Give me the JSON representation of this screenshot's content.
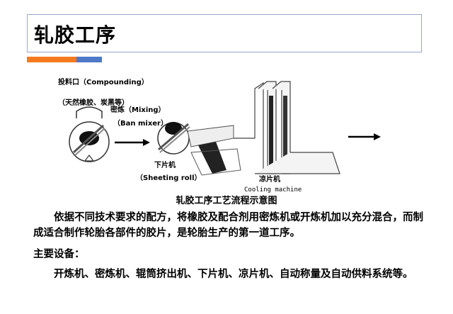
{
  "slide": {
    "title": "轧胶工序",
    "accent_colors": {
      "orange": "#f47a20",
      "blue": "#4e78c8"
    }
  },
  "diagram": {
    "label_feed": "投料口（Compounding）",
    "label_materials": "（天然橡胶、炭黑等）",
    "label_mixing": "密炼（Mixing）",
    "label_banmixer": "（Ban mixer）",
    "label_sheeter": "下片机",
    "label_sheeting_roll": "（Sheeting roll）",
    "label_cooler": "凉片机",
    "label_cooling_machine": "Cooling machine",
    "caption": "轧胶工序工艺流程示意图"
  },
  "body": {
    "paragraph1": "　　依据不同技术要求的配方，将橡胶及配合剂用密炼机或开炼机加以充分混合，而制成适合制作轮胎各部件的胶片，是轮胎生产的第一道工序。",
    "equipment_heading": "主要设备：",
    "equipment_list": "　　开炼机、密炼机、辊筒挤出机、下片机、凉片机、自动称量及自动供料系统等。"
  }
}
